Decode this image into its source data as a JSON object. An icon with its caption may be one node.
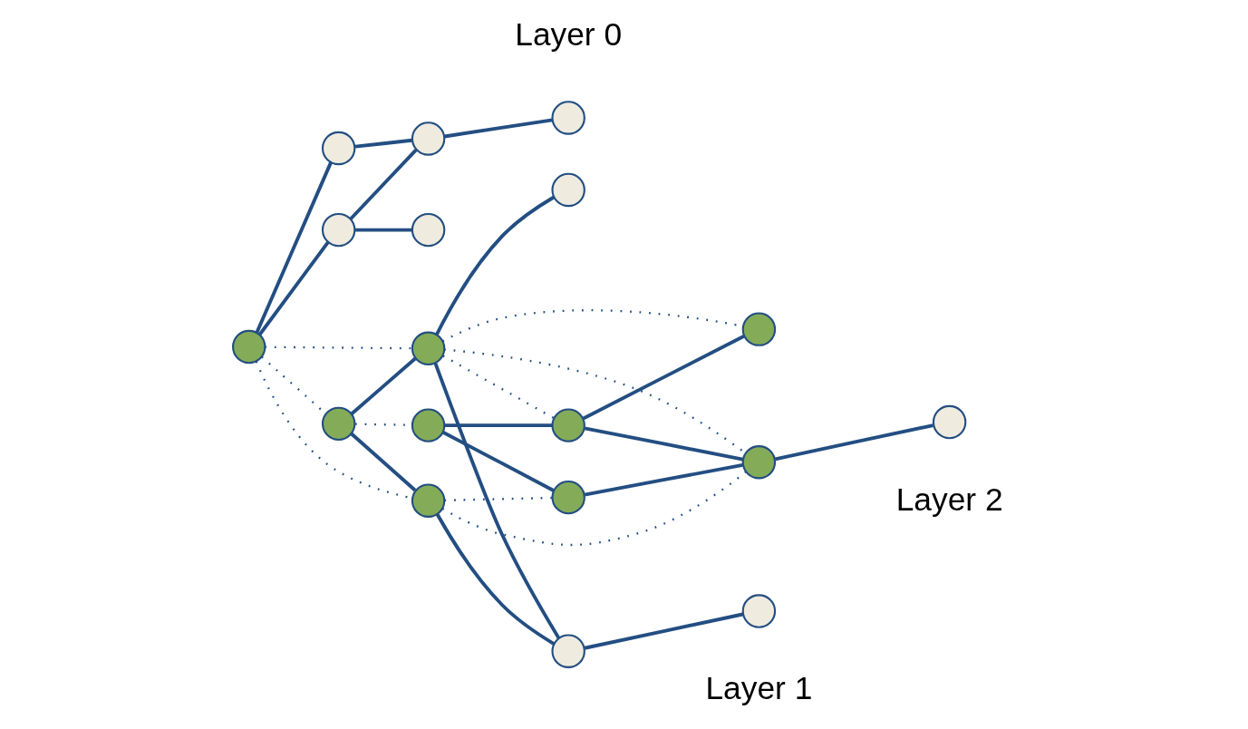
{
  "diagram": {
    "nodes": [
      {
        "text": [],
        "shape": "circle"
      },
      {
        "text": [],
        "shape": "circle"
      },
      {
        "text": [],
        "shape": "circle"
      },
      {
        "text": [],
        "shape": "circle"
      },
      {
        "text": [],
        "shape": "circle"
      },
      {
        "text": [],
        "shape": "circle"
      },
      {
        "text": [],
        "shape": "circle"
      },
      {
        "text": [],
        "shape": "circle"
      },
      {
        "text": [],
        "shape": "circle"
      },
      {
        "text": [],
        "shape": "circle"
      },
      {
        "text": [],
        "shape": "circle"
      },
      {
        "text": [],
        "shape": "circle"
      },
      {
        "text": [],
        "shape": "circle"
      },
      {
        "text": [],
        "shape": "circle"
      },
      {
        "text": [],
        "shape": "circle"
      },
      {
        "text": [],
        "shape": "circle"
      },
      {
        "text": [],
        "shape": "circle"
      },
      {
        "text": [],
        "shape": "circle"
      }
    ],
    "edges": [
      {
        "from": 0,
        "to": 1,
        "arrow": "none"
      },
      {
        "from": 0,
        "to": 2,
        "arrow": "none"
      },
      {
        "from": 1,
        "to": 4,
        "arrow": "none"
      },
      {
        "from": 2,
        "to": 4,
        "arrow": "none"
      },
      {
        "from": 2,
        "to": 3,
        "arrow": "none"
      },
      {
        "from": 4,
        "to": 5,
        "arrow": "none"
      },
      {
        "from": 6,
        "to": 7,
        "arrow": "none"
      },
      {
        "from": 6,
        "to": 8,
        "arrow": "none"
      },
      {
        "from": 7,
        "to": 10,
        "arrow": "none"
      },
      {
        "from": 8,
        "to": 10,
        "arrow": "none"
      },
      {
        "from": 8,
        "to": 9,
        "arrow": "none"
      },
      {
        "from": 10,
        "to": 11,
        "arrow": "none"
      },
      {
        "from": 12,
        "to": 13,
        "arrow": "none"
      },
      {
        "from": 12,
        "to": 14,
        "arrow": "none"
      },
      {
        "from": 13,
        "to": 16,
        "arrow": "none"
      },
      {
        "from": 14,
        "to": 16,
        "arrow": "none"
      },
      {
        "from": 14,
        "to": 15,
        "arrow": "none"
      },
      {
        "from": 16,
        "to": 17,
        "arrow": "none"
      },
      {
        "from": 0,
        "to": 6,
        "arrow": "none",
        "style": "dashed"
      },
      {
        "from": 0,
        "to": 7,
        "arrow": "none",
        "style": "dashed"
      },
      {
        "from": 0,
        "to": 8,
        "arrow": "none",
        "style": "dashed"
      },
      {
        "from": 6,
        "to": 12,
        "arrow": "none",
        "style": "dashed"
      },
      {
        "from": 7,
        "to": 13,
        "arrow": "none",
        "style": "dashed"
      },
      {
        "from": 7,
        "to": 16,
        "arrow": "none",
        "style": "dashed"
      },
      {
        "from": 8,
        "to": 14,
        "arrow": "none",
        "style": "dashed"
      },
      {
        "from": 8,
        "to": 15,
        "arrow": "none",
        "style": "dashed"
      },
      {
        "from": 8,
        "to": 16,
        "arrow": "none",
        "style": "dashed"
      }
    ],
    "labels": [
      "Layer 2",
      "Layer 1",
      "Layer 0"
    ]
  }
}
